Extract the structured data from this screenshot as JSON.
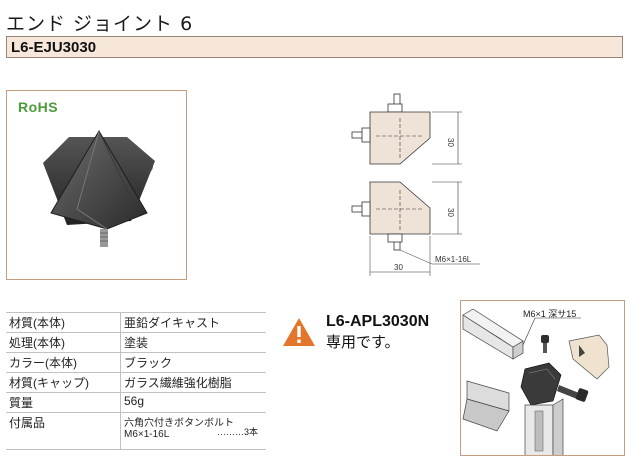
{
  "title": "エンド ジョイント 6",
  "product_code": "L6-EJU3030",
  "rohs_label": "RoHS",
  "drawing": {
    "dim_height_top": "30",
    "dim_height_bottom": "30",
    "dim_width": "30",
    "bolt_label": "M6×1-16L"
  },
  "specs": [
    {
      "key": "材質(本体)",
      "value": "亜鉛ダイキャスト"
    },
    {
      "key": "処理(本体)",
      "value": "塗装"
    },
    {
      "key": "カラー(本体)",
      "value": "ブラック"
    },
    {
      "key": "材質(キャップ)",
      "value": "ガラス繊維強化樹脂"
    },
    {
      "key": "質量",
      "value": "56g"
    },
    {
      "key": "付属品",
      "value": "六角穴付きボタンボルト M6×1-16L"
    }
  ],
  "accessory_qty": "………3本",
  "notice": {
    "line1": "L6-APL3030N",
    "line2": "専用です。",
    "color": "#e2762a"
  },
  "illustration": {
    "label": "M6×1 深サ15"
  }
}
